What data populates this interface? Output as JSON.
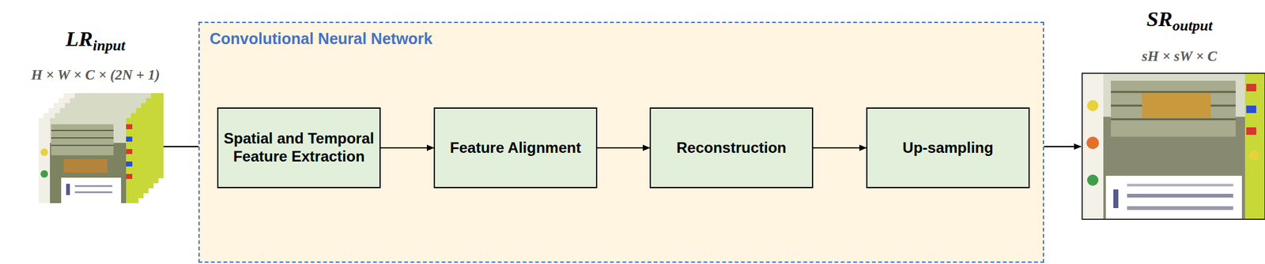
{
  "diagram": {
    "nodes": [
      {
        "text": [
          "Convolutional Neural Network"
        ]
      },
      {
        "text": [
          "Spatial and Temporal Feature Extraction"
        ],
        "in": 0
      },
      {
        "text": [
          "Feature Alignment"
        ],
        "in": 0
      },
      {
        "text": [
          "Reconstruction"
        ],
        "in": 0
      },
      {
        "text": [
          "Up-sampling"
        ],
        "in": 0
      }
    ],
    "edges": [
      {
        "from": 1,
        "to": 2,
        "arrow": "to"
      },
      {
        "from": 2,
        "to": 3,
        "arrow": "to"
      },
      {
        "from": 3,
        "to": 4,
        "arrow": "to"
      }
    ],
    "labels": [
      "LR",
      "input",
      "H × W × C × (2N + 1)",
      "SR",
      "output",
      "sH × sW × C"
    ]
  }
}
